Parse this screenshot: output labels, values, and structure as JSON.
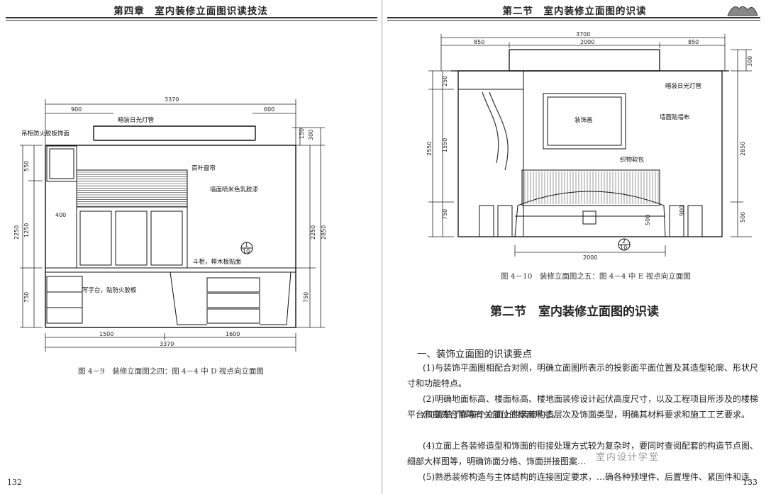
{
  "left_page": {
    "header": "第四章　室内装修立面图识读技法",
    "page_number": "132",
    "caption": "图 4－9　装修立面图之四：图 4－4 中 D 视点向立面图",
    "drawing": {
      "dims": {
        "total_top": "3370",
        "d900": "900",
        "d600": "600",
        "d300": "300",
        "d150": "150",
        "d550": "550",
        "d1250": "1250",
        "d2250": "2250",
        "d750": "750",
        "d400": "400",
        "r750": "750",
        "r2250": "2250",
        "r2850": "2850",
        "b1500": "1500",
        "b1600": "1600",
        "b3370": "3370"
      },
      "labels": {
        "light": "暗装日光灯管",
        "cabinet_top": "吊柜防火胶板饰面",
        "blinds": "百叶窗帘",
        "wall": "墙面喷米色乳胶漆",
        "cabinet": "斗柜，榉木板贴面",
        "desk": "写字台，贴防火胶板"
      },
      "detail_index": {
        "top": "1",
        "bottom": "10"
      }
    }
  },
  "right_page": {
    "header": "第二节　室内装修立面图的识读",
    "page_number": "133",
    "caption": "图 4－10　装修立面图之五：图 4－4 中 E 视点向立面图",
    "section_title": "第二节　室内装修立面图的识读",
    "subsection_title": "一、装饰立面图的识读要点",
    "paragraphs": [
      "(1)与装饰平面图相配合对照，明确立面图所表示的投影面平面位置及其造型轮廓、形状尺寸和功能特点。",
      "(2)明确地面标高、楼面标高、楼地面装修设计起伏高度尺寸，以及工程项目所涉及的楼梯平台和室外台阶等有关部位的标高尺寸。",
      "(3)清楚了解每个立面上的装修构造层次及饰面类型，明确其材料要求和施工工艺要求。",
      "(4)立面上各装修造型和饰面的衔接处理方式较为复杂时，要同时查阅配套的构造节点图、细部大样图等，明确饰面分格、饰面拼接图案…",
      "(5)熟悉装修构造与主体结构的连接固定要求，…确各种预埋件、后置埋件、紧固件和连"
    ],
    "watermark": "室内设计学堂",
    "drawing": {
      "dims": {
        "total_top": "3700",
        "d850a": "850",
        "d2000": "2000",
        "d850b": "850",
        "d300": "300",
        "d250": "250",
        "d1550": "1550",
        "d2550": "2550",
        "d750": "750",
        "r2850": "2850",
        "r500": "500",
        "c900": "900",
        "c500": "500",
        "b2000": "2000"
      },
      "labels": {
        "light": "暗装日光灯管",
        "panel": "装饰画",
        "wall": "墙面贴墙布",
        "fabric": "织物软包"
      },
      "detail_index": {
        "top": "2",
        "bottom": "10"
      }
    }
  }
}
